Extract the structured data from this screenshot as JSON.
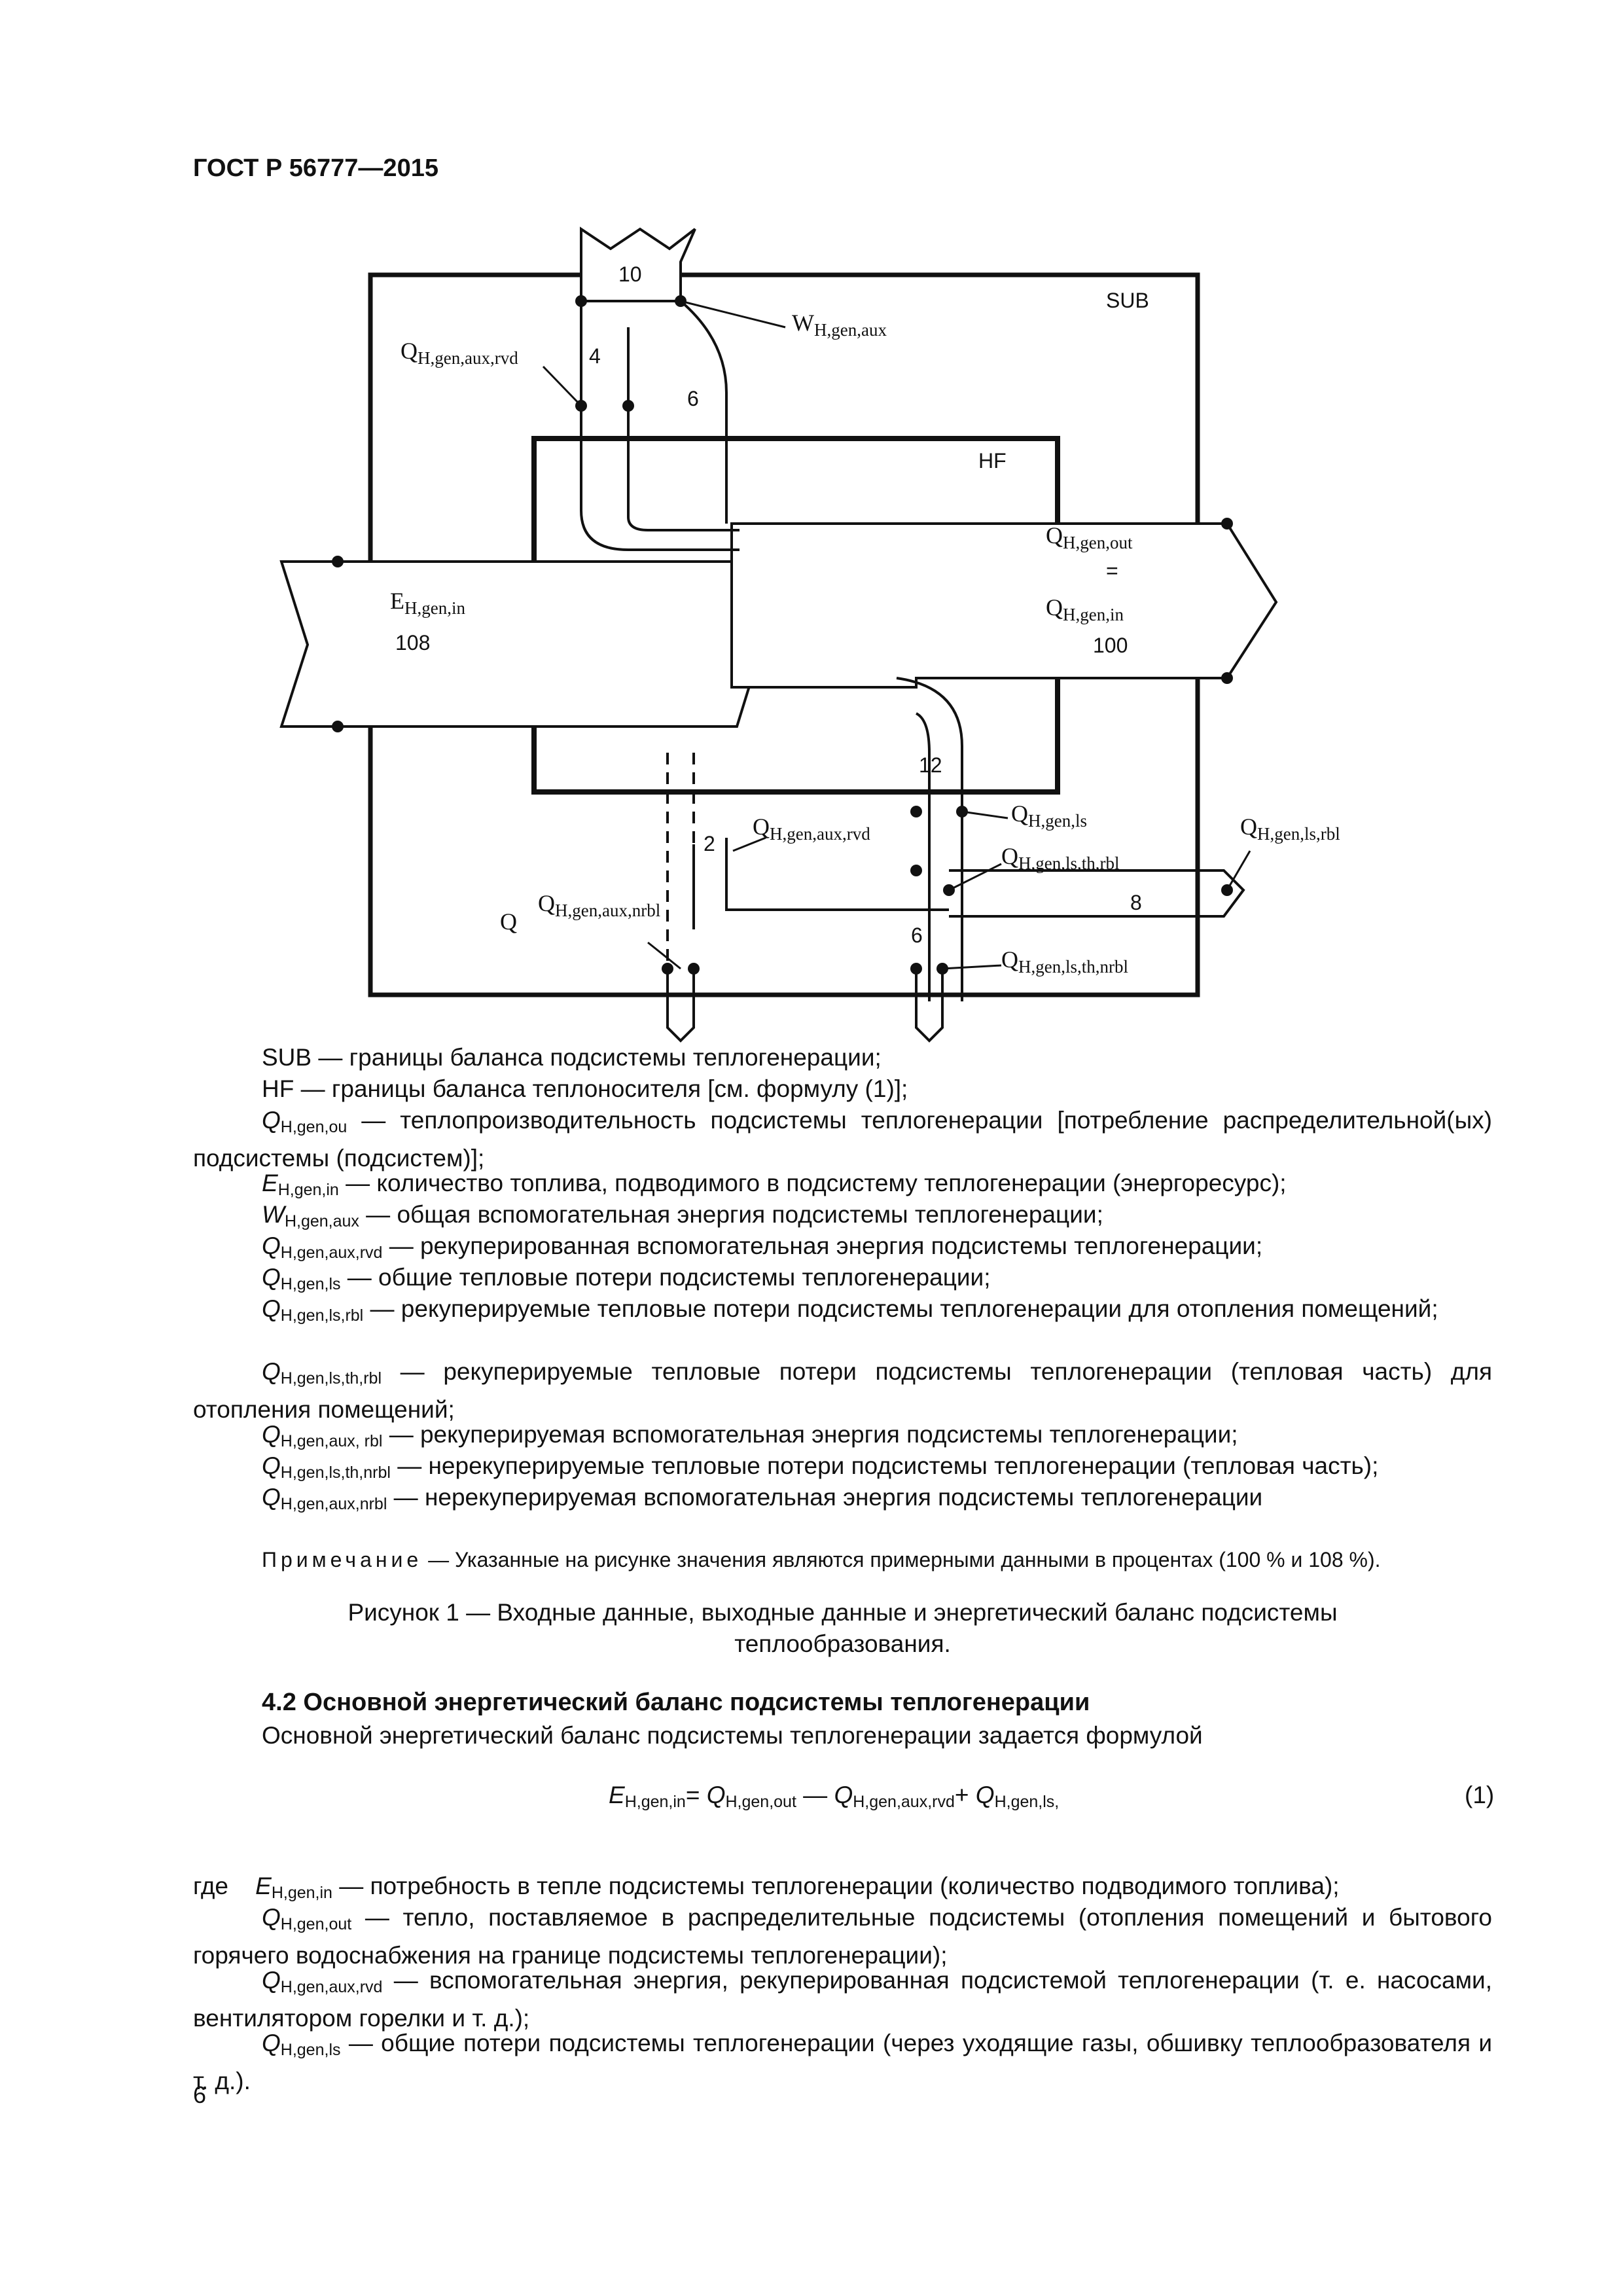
{
  "header": {
    "doc_code": "ГОСТ Р 56777—2015"
  },
  "figure": {
    "labels": {
      "sub": "SUB",
      "hf": "HF",
      "w_main": "W",
      "w_sub": "H,gen,aux",
      "q_main": "Q",
      "aux_rvd_sub": "H,gen,aux,rvd",
      "aux_nrbl_sub": "H,gen,aux,nrbl",
      "out_sub": "H,gen,out",
      "in_sub": "H,gen,in",
      "ls_sub": "H,gen,ls",
      "ls_rbl_sub": "H,gen,ls,rbl",
      "ls_th_rbl_sub": "H,gen,ls,th,rbl",
      "ls_th_nrbl_sub": "H,gen,ls,th,nrbl",
      "e_main": "E",
      "e_sub": "H,gen,in",
      "equals": "=",
      "partial_q": "Q",
      "n10": "10",
      "n4": "4",
      "n6_top": "6",
      "n108": "108",
      "n100": "100",
      "n12": "12",
      "n2": "2",
      "n8": "8",
      "n6_bottom": "6"
    }
  },
  "legend": [
    {
      "sym": "",
      "sub": "",
      "text": "SUB — границы баланса подсистемы теплогенерации;"
    },
    {
      "sym": "",
      "sub": "",
      "text": "HF — границы баланса теплоносителя [см. формулу (1)];"
    },
    {
      "sym": "Q",
      "sub": "H,gen,ou",
      "text": " — теплопроизводительность подсистемы теплогенерации [потребление распределительной(ых) подсистемы (подсистем)];"
    },
    {
      "sym": "E",
      "sub": "H,gen,in",
      "text": " — количество топлива, подводимого в подсистему теплогенерации (энергоресурс);"
    },
    {
      "sym": "W",
      "sub": "H,gen,aux",
      "text": " — общая вспомогательная энергия подсистемы теплогенерации;"
    },
    {
      "sym": "Q",
      "sub": "H,gen,aux,rvd",
      "text": " — рекуперированная вспомогательная энергия подсистемы теплогенерации;"
    },
    {
      "sym": "Q",
      "sub": "H,gen,ls",
      "text": " — общие тепловые потери подсистемы теплогенерации;"
    },
    {
      "sym": "Q",
      "sub": "H,gen,ls,rbl",
      "text": " — рекуперируемые тепловые потери подсистемы теплогенерации для отопления помещений;"
    },
    {
      "sym": "Q",
      "sub": "H,gen,ls,th,rbl",
      "text": " — рекуперируемые тепловые потери подсистемы теплогенерации (тепловая часть) для отопления помещений;"
    },
    {
      "sym": "Q",
      "sub": "H,gen,aux, rbl",
      "text": " — рекуперируемая вспомогательная энергия подсистемы теплогенерации;"
    },
    {
      "sym": "Q",
      "sub": "H,gen,ls,th,nrbl",
      "text": " — нерекуперируемые тепловые потери подсистемы теплогенерации (тепловая часть);"
    },
    {
      "sym": "Q",
      "sub": "H,gen,aux,nrbl",
      "text": " — нерекуперируемая вспомогательная энергия подсистемы теплогенерации"
    }
  ],
  "note": {
    "label": "Примечание",
    "text": " — Указанные на рисунке значения являются примерными данными в процентах (100 % и 108 %)."
  },
  "caption": {
    "line1": "Рисунок 1 — Входные данные, выходные данные и энергетический баланс подсистемы",
    "line2": "теплообразования."
  },
  "section": {
    "title": "4.2 Основной энергетический баланс подсистемы теплогенерации",
    "intro": "Основной энергетический баланс подсистемы теплогенерации задается формулой"
  },
  "formula": {
    "e": "E",
    "e_sub": "H,gen,in",
    "eq": "=",
    "q1": "Q",
    "q1_sub": "H,gen,out",
    "minus": " — ",
    "q2": "Q",
    "q2_sub": "H,gen,aux,rvd",
    "plus": "+ ",
    "q3": "Q",
    "q3_sub": "H,gen,ls,",
    "number": "(1)"
  },
  "where": {
    "lead": "где",
    "items": [
      {
        "sym": "E",
        "sub": "H,gen,in",
        "text": " — потребность в тепле подсистемы теплогенерации (количество подводимого топлива);"
      },
      {
        "sym": "Q",
        "sub": "H,gen,out",
        "text": " — тепло, поставляемое в распределительные подсистемы (отопления помещений и бытового горячего водоснабжения на границе подсистемы теплогенерации);"
      },
      {
        "sym": "Q",
        "sub": "H,gen,aux,rvd",
        "text": " — вспомогательная энергия, рекуперированная подсистемой теплогенерации (т. е. насосами, вентилятором горелки и т. д.);"
      },
      {
        "sym": "Q",
        "sub": "H,gen,ls",
        "text": " — общие потери подсистемы теплогенерации (через уходящие газы, обшивку теплообразователя и т. д.)."
      }
    ]
  },
  "page_number": "6"
}
